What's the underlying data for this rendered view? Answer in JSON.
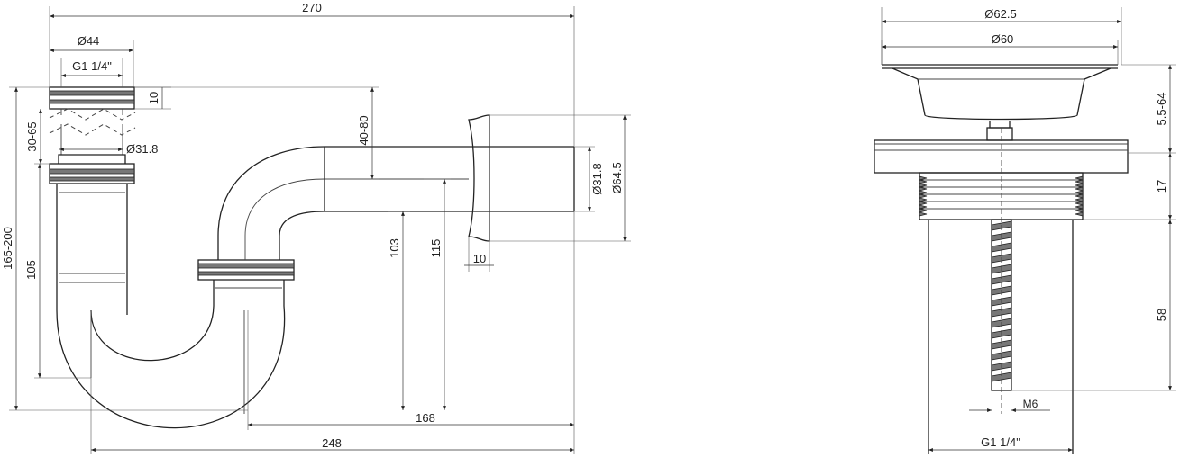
{
  "left_view": {
    "dim_270": "270",
    "dim_d44": "Ø44",
    "dim_g14": "G1 1/4\"",
    "dim_10_top": "10",
    "dim_30_65": "30-65",
    "dim_d31_8_inlet": "Ø31.8",
    "dim_165_200": "165-200",
    "dim_105": "105",
    "dim_40_80": "40-80",
    "dim_103": "103",
    "dim_115": "115",
    "dim_d31_8_outlet": "Ø31.8",
    "dim_d64_5": "Ø64.5",
    "dim_10_flange": "10",
    "dim_168": "168",
    "dim_248": "248"
  },
  "right_view": {
    "dim_d62_5": "Ø62.5",
    "dim_d60": "Ø60",
    "dim_5_5_64": "5.5-64",
    "dim_17": "17",
    "dim_58": "58",
    "dim_m6": "M6",
    "dim_g14": "G1 1/4\""
  }
}
